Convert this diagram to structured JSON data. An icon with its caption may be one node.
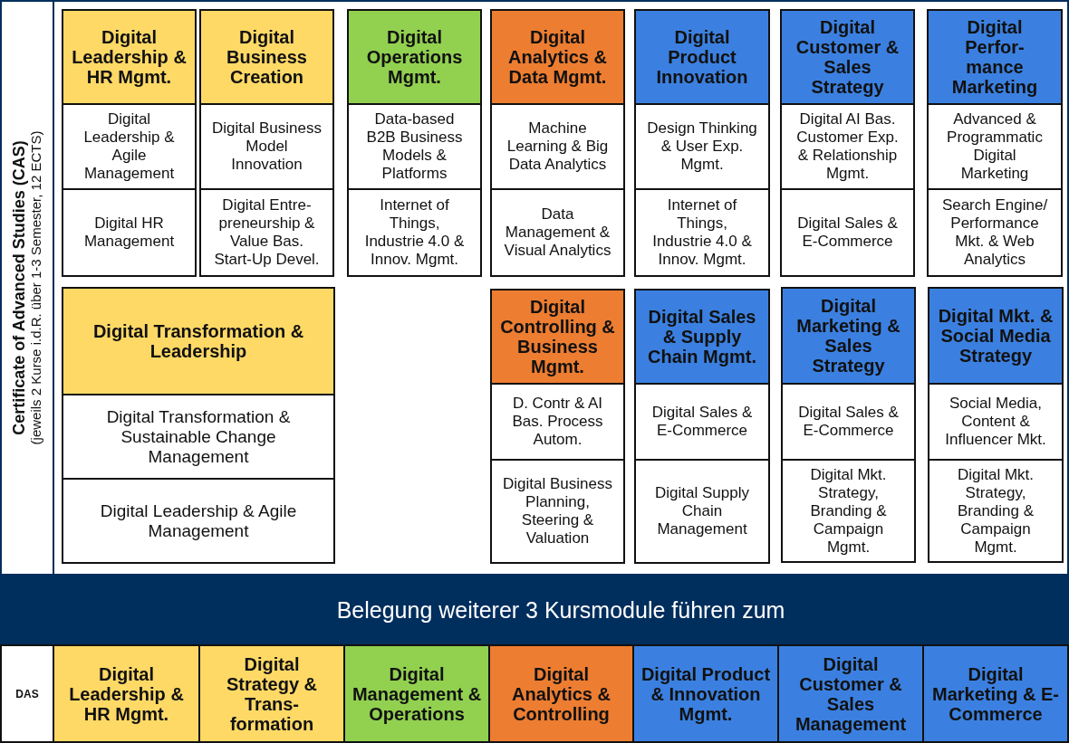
{
  "diagram": {
    "nodes": [
      {
        "text": [
          "Certificate of Advanced Studies (CAS)",
          "(jeweils 2 Kurse i.d.R. über 1-3 Semester, 12 ECTS)"
        ]
      },
      {
        "text": [
          "Digital Leadership & HR Mgmt.",
          "Digital Leadership & Agile Management",
          "Digital HR Management"
        ]
      },
      {
        "text": [
          "Digital Business Creation",
          "Digital Business Model Innovation",
          "Digital Entre- preneurship & Value Bas. Start-Up Devel."
        ]
      },
      {
        "text": [
          "Digital Operations Mgmt.",
          "Data-based B2B Business Models & Platforms",
          "Internet of Things, Industrie 4.0 & Innov. Mgmt."
        ]
      },
      {
        "text": [
          "Digital Analytics & Data Mgmt.",
          "Machine Learning & Big Data Analytics",
          "Data Management & Visual Analytics"
        ]
      },
      {
        "text": [
          "Digital Product Innovation",
          "Design Thinking & User Exp. Mgmt.",
          "Internet of Things, Industrie 4.0 & Innov. Mgmt."
        ]
      },
      {
        "text": [
          "Digital Customer & Sales Strategy",
          "Digital AI Bas. Customer Exp. & Relationship Mgmt.",
          "Digital Sales & E-Commerce"
        ]
      },
      {
        "text": [
          "Digital Perfor- mance Marketing",
          "Advanced & Programmatic Digital Marketing",
          "Search Engine/ Performance Mkt. & Web Analytics"
        ]
      },
      {
        "text": [
          "Digital Transformation & Leadership",
          "Digital Transformation & Sustainable Change Management",
          "Digital Leadership & Agile Management"
        ]
      },
      {
        "text": [
          "Digital Controlling & Business Mgmt.",
          "D. Contr & AI Bas. Process Autom.",
          "Digital Business Planning, Steering & Valuation"
        ]
      },
      {
        "text": [
          "Digital Sales & Supply Chain Mgmt.",
          "Digital Sales & E-Commerce",
          "Digital Supply Chain Management"
        ]
      },
      {
        "text": [
          "Digital Marketing & Sales Strategy",
          "Digital Sales & E-Commerce",
          "Digital Mkt. Strategy, Branding & Campaign Mgmt."
        ]
      },
      {
        "text": [
          "Digital Mkt. & Social Media Strategy",
          "Social Media, Content & Influencer Mkt.",
          "Digital Mkt. Strategy, Branding & Campaign Mgmt."
        ]
      },
      {
        "text": [
          "Belegung weiterer 3 Kursmodule führen zum"
        ]
      },
      {
        "text": [
          "DAS"
        ]
      },
      {
        "text": [
          "Digital Leadership & HR Mgmt."
        ]
      },
      {
        "text": [
          "Digital Strategy & Trans- formation"
        ]
      },
      {
        "text": [
          "Digital Management & Operations"
        ]
      },
      {
        "text": [
          "Digital Analytics & Controlling"
        ]
      },
      {
        "text": [
          "Digital Product & Innovation Mgmt."
        ]
      },
      {
        "text": [
          "Digital Customer & Sales Management"
        ]
      },
      {
        "text": [
          "Digital Marketing & E- Commerce"
        ]
      }
    ]
  }
}
